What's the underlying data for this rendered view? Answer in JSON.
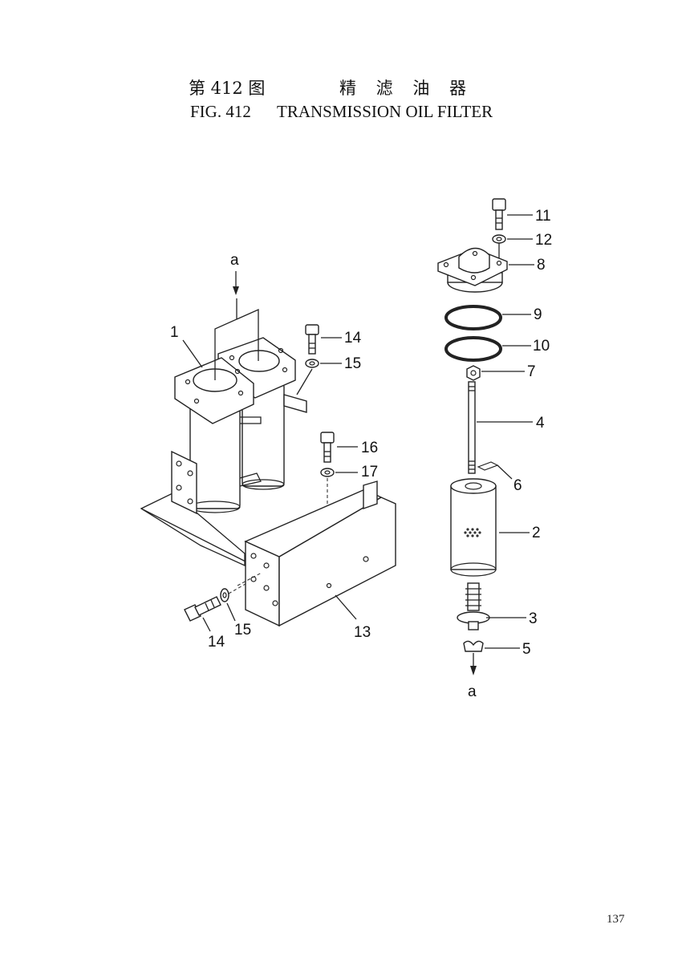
{
  "header": {
    "fig_zh": "第 412 图",
    "name_zh": "精 滤 油 器",
    "fig_en": "FIG. 412",
    "name_en": "TRANSMISSION OIL FILTER"
  },
  "arrow_labels": {
    "top": "a",
    "bottom": "a"
  },
  "callouts": {
    "c1": "1",
    "c2": "2",
    "c3": "3",
    "c4": "4",
    "c5": "5",
    "c6": "6",
    "c7": "7",
    "c8": "8",
    "c9": "9",
    "c10": "10",
    "c11": "11",
    "c12": "12",
    "c13": "13",
    "c14_top": "14",
    "c14_bottom": "14",
    "c15_top": "15",
    "c15_bottom": "15",
    "c16": "16",
    "c17": "17"
  },
  "footer": {
    "page_number": "137"
  }
}
